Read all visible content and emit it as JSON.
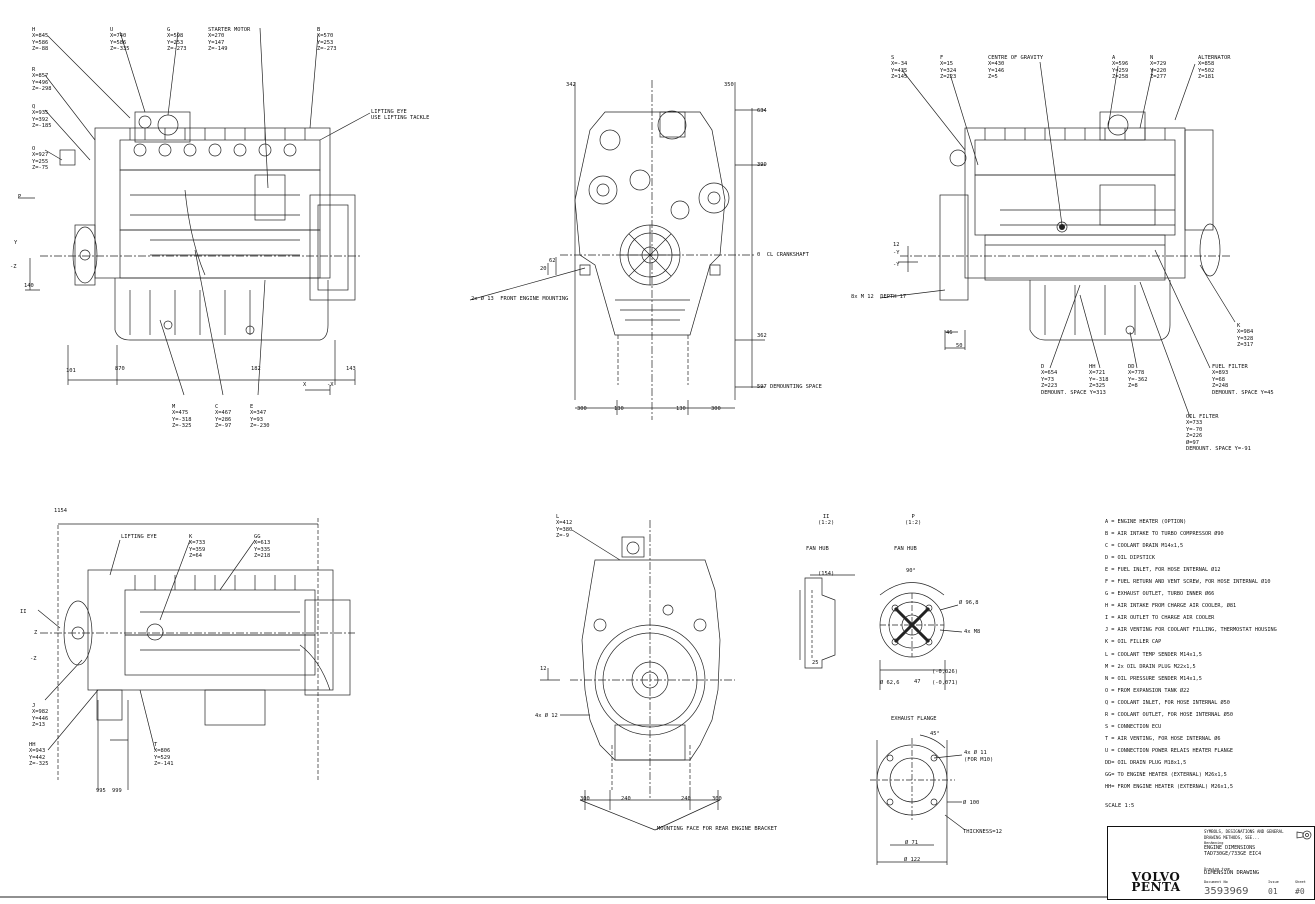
{
  "callouts_top_left": [
    {
      "id": "h1",
      "lines": [
        "H",
        "X=845",
        "Y=586",
        "Z=-88"
      ]
    },
    {
      "id": "u1",
      "lines": [
        "U",
        "X=740",
        "Y=586",
        "Z=-335"
      ]
    },
    {
      "id": "g1",
      "lines": [
        "G",
        "X=598",
        "Y=253",
        "Z=-273"
      ]
    },
    {
      "id": "starter",
      "lines": [
        "STARTER MOTOR",
        "X=270",
        "Y=147",
        "Z=-149"
      ]
    },
    {
      "id": "b1",
      "lines": [
        "B",
        "X=570",
        "Y=253",
        "Z=-273"
      ]
    },
    {
      "id": "r1",
      "lines": [
        "R",
        "X=857",
        "Y=496",
        "Z=-298"
      ]
    },
    {
      "id": "q1",
      "lines": [
        "Q",
        "X=935",
        "Y=392",
        "Z=-185"
      ]
    },
    {
      "id": "o1",
      "lines": [
        "O",
        "X=927",
        "Y=255",
        "Z=-75"
      ]
    },
    {
      "id": "lifting1",
      "lines": [
        "LIFTING EYE",
        "USE LIFTING TACKLE"
      ]
    },
    {
      "id": "m1",
      "lines": [
        "M",
        "X=475",
        "Y=-318",
        "Z=-325"
      ]
    },
    {
      "id": "c1",
      "lines": [
        "C",
        "X=467",
        "Y=286",
        "Z=-97"
      ]
    },
    {
      "id": "e1",
      "lines": [
        "E",
        "X=347",
        "Y=93",
        "Z=-230"
      ]
    }
  ],
  "callouts_top_mid": [
    {
      "id": "front_mount",
      "lines": [
        "2x Ø 13  FRONT ENGINE MOUNTING"
      ]
    },
    {
      "id": "cl_crank",
      "lines": [
        "0  CL CRANKSHAFT"
      ]
    },
    {
      "id": "demount1",
      "lines": [
        "597 DEMOUNTING SPACE"
      ]
    }
  ],
  "callouts_top_right": [
    {
      "id": "s1",
      "lines": [
        "S",
        "X=-34",
        "Y=435",
        "Z=145"
      ]
    },
    {
      "id": "f1",
      "lines": [
        "F",
        "X=15",
        "Y=324",
        "Z=223"
      ]
    },
    {
      "id": "cog",
      "lines": [
        "CENTRE OF GRAVITY",
        "X=430",
        "Y=146",
        "Z=5"
      ]
    },
    {
      "id": "a1",
      "lines": [
        "A",
        "X=596",
        "Y=259",
        "Z=258"
      ]
    },
    {
      "id": "n1",
      "lines": [
        "N",
        "X=729",
        "Y=220",
        "Z=277"
      ]
    },
    {
      "id": "alt",
      "lines": [
        "ALTERNATOR",
        "X=858",
        "Y=502",
        "Z=181"
      ]
    },
    {
      "id": "depth",
      "lines": [
        "8x M 12  DEPTH 17"
      ]
    },
    {
      "id": "k1",
      "lines": [
        "K",
        "X=984",
        "Y=328",
        "Z=317"
      ]
    },
    {
      "id": "d1",
      "lines": [
        "D",
        "X=654",
        "Y=73",
        "Z=223",
        "DEMOUNT. SPACE Y=313"
      ]
    },
    {
      "id": "hh1",
      "lines": [
        "HH",
        "X=721",
        "Y=-318",
        "Z=325"
      ]
    },
    {
      "id": "ddd1",
      "lines": [
        "DD",
        "X=778",
        "Y=-362",
        "Z=8"
      ]
    },
    {
      "id": "fuel",
      "lines": [
        "FUEL FILTER",
        "X=893",
        "Y=68",
        "Z=248",
        "DEMOUNT. SPACE Y=45"
      ]
    },
    {
      "id": "oil",
      "lines": [
        "OIL FILTER",
        "X=733",
        "Y=-70",
        "Z=226",
        "Ø=97",
        "DEMOUNT. SPACE Y=-91"
      ]
    }
  ],
  "callouts_bottom_left": [
    {
      "id": "lift2",
      "lines": [
        "LIFTING EYE"
      ]
    },
    {
      "id": "k2",
      "lines": [
        "K",
        "X=733",
        "Y=359",
        "Z=64"
      ]
    },
    {
      "id": "gg1",
      "lines": [
        "GG",
        "X=613",
        "Y=335",
        "Z=218"
      ]
    },
    {
      "id": "j1",
      "lines": [
        "J",
        "X=982",
        "Y=446",
        "Z=13"
      ]
    },
    {
      "id": "hh2",
      "lines": [
        "HH",
        "X=943",
        "Y=442",
        "Z=-325"
      ]
    },
    {
      "id": "t1",
      "lines": [
        "T",
        "X=806",
        "Y=529",
        "Z=-141"
      ]
    }
  ],
  "callouts_bottom_mid": [
    {
      "id": "l1",
      "lines": [
        "L",
        "X=412",
        "Y=380",
        "Z=-9"
      ]
    },
    {
      "id": "rear_mount",
      "lines": [
        "MOUNTING FACE FOR REAR ENGINE BRACKET"
      ]
    },
    {
      "id": "m12",
      "lines": [
        "4x Ø 12"
      ]
    }
  ],
  "fan_hub": {
    "title_left": "II\n(1:2)",
    "title_right": "P\n(1:2)",
    "label_left": "FAN HUB",
    "label_right": "FAN HUB",
    "dims": [
      "(154)",
      "90°",
      "Ø 96,8",
      "4x M8",
      "Ø 62,6",
      "47",
      "(-0,026)",
      "(-0,071)",
      "25"
    ]
  },
  "exhaust_flange": {
    "title": "EXHAUST FLANGE",
    "dims": [
      "4x Ø 11",
      "(FOR M10)",
      "Ø 100",
      "Ø 71",
      "Ø 122",
      "THICKNESS=12",
      "45°"
    ]
  },
  "legend": [
    "A = ENGINE HEATER (OPTION)",
    "B = AIR INTAKE TO TURBO COMPRESSOR Ø90",
    "C = COOLANT DRAIN M14x1,5",
    "D = OIL DIPSTICK",
    "E = FUEL INLET, FOR HOSE INTERNAL Ø12",
    "F = FUEL RETURN AND VENT SCREW, FOR HOSE INTERNAL Ø10",
    "G = EXHAUST OUTLET, TURBO INNER Ø66",
    "H = AIR INTAKE FROM CHARGE AIR COOLER, Ø81",
    "I = AIR OUTLET TO CHARGE AIR COOLER",
    "J = AIR VENTING FOR COOLANT FILLING, THERMOSTAT HOUSING",
    "K = OIL FILLER CAP",
    "L = COOLANT TEMP SENDER M14x1,5",
    "M = 2x OIL DRAIN PLUG M22x1,5",
    "N = OIL PRESSURE SENDER M14x1,5",
    "O = FROM EXPANSION TANK Ø22",
    "Q = COOLANT INLET, FOR HOSE INTERNAL Ø50",
    "R = COOLANT OUTLET, FOR HOSE INTERNAL Ø50",
    "S = CONNECTION ECU",
    "T = AIR VENTING, FOR HOSE INTERNAL Ø6",
    "U = CONNECTION POWER RELAIS HEATER FLANGE",
    "DD= OIL DRAIN PLUG M18x1,5",
    "GG= TO ENGINE HEATER (EXTERNAL) M26x1,5",
    "HH= FROM ENGINE HEATER (EXTERNAL) M26x1,5"
  ],
  "scale": "SCALE 1:5",
  "title_block": {
    "logo_line1": "VOLVO",
    "logo_line2": "PENTA",
    "header_note": "SYMBOLS, DESIGNATIONS AND GENERAL\nDRAWING METHODS, SEE...",
    "name_label": "Benämning",
    "name": "ENGINE DIMENSIONS\nTAD730GE/733GE EIC4",
    "type_label": "Drawing type",
    "type": "DIMENSION DRAWING",
    "number_label": "Document No",
    "number": "3593969",
    "sheet_label": "Issue",
    "sheet": "01",
    "rev_label": "Sheet",
    "rev": "#0"
  },
  "dims_top_left": [
    "Y",
    "-Z",
    "140",
    "P",
    "X",
    "-X",
    "101",
    "870",
    "182",
    "143"
  ],
  "dims_top_mid": [
    "342",
    "350",
    "634",
    "399",
    "62",
    "20",
    "362",
    "300",
    "130",
    "130",
    "300"
  ],
  "dims_top_right": [
    "12",
    "-Y",
    "-Y",
    "46",
    "50"
  ],
  "dims_bottom_left": [
    "1154",
    "II",
    "Z",
    "-Z",
    "995",
    "999"
  ],
  "dims_bottom_mid": [
    "300",
    "240",
    "240",
    "300",
    "12"
  ]
}
